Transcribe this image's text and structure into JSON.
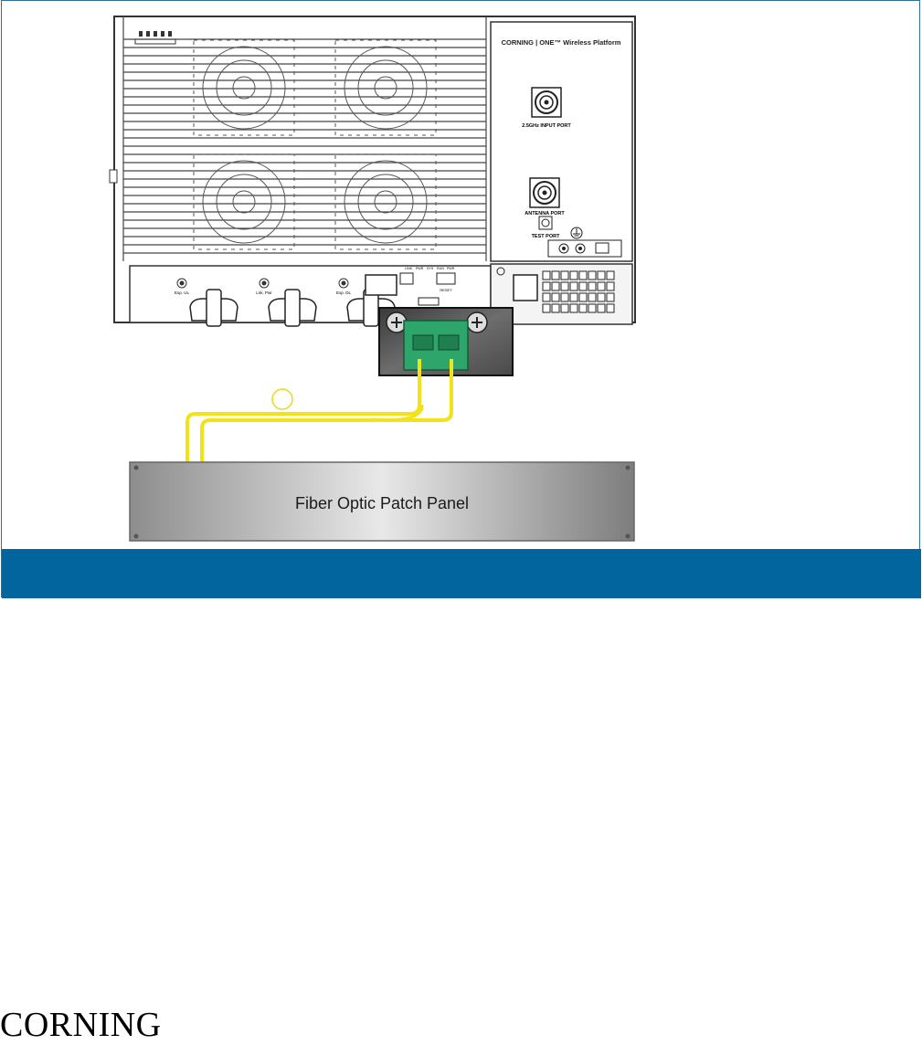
{
  "figure": {
    "brand_label": "CORNING  |  ONE™ Wireless Platform",
    "port_input_label": "2.5GHz INPUT PORT",
    "port_antenna_label": "ANTENNA PORT",
    "port_test_label": "TEST PORT",
    "front_labels": [
      "Exp. UL",
      "Lnk. Pwr",
      "Exp. DL"
    ],
    "status_labels": [
      "LINK",
      "PWR",
      "SYS",
      "RUN",
      "PWR"
    ],
    "reset_label": "RESET",
    "callout_label": "",
    "patch_panel_label": "Fiber Optic Patch Panel",
    "colors": {
      "fiber": "#f2e21c",
      "caption_bar": "#02659d",
      "connector": "#2ea56a"
    }
  },
  "caption": {
    "text": ""
  },
  "footer": {
    "logo": "CORNING"
  }
}
